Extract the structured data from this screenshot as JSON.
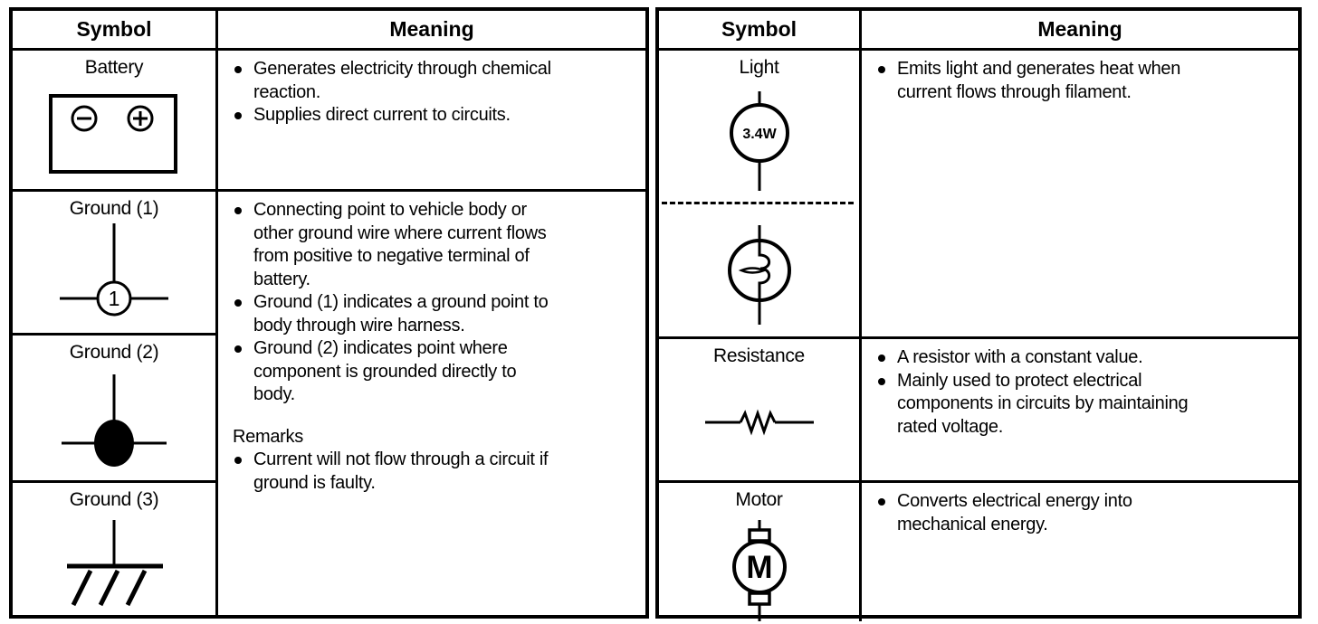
{
  "colors": {
    "ink": "#000000",
    "paper": "#ffffff"
  },
  "left_table": {
    "header": {
      "symbol": "Symbol",
      "meaning": "Meaning"
    },
    "battery": {
      "label": "Battery",
      "bullets": [
        "Generates electricity through chemical\nreaction.",
        "Supplies direct current to circuits."
      ]
    },
    "ground": {
      "label1": "Ground (1)",
      "label2": "Ground (2)",
      "label3": "Ground (3)",
      "ground1_number": "1",
      "bullets": [
        "Connecting point to vehicle body or\nother ground wire where current flows\nfrom positive to negative terminal of\nbattery.",
        "Ground (1) indicates a ground point to\nbody through wire harness.",
        "Ground (2) indicates point where\ncomponent is grounded directly to\nbody."
      ],
      "remarks_heading": "Remarks",
      "remarks_bullet": "Current will not flow through a circuit if\nground is faulty."
    }
  },
  "right_table": {
    "header": {
      "symbol": "Symbol",
      "meaning": "Meaning"
    },
    "light": {
      "label": "Light",
      "wattage": "3.4W",
      "bullets": [
        "Emits light and generates heat when\ncurrent flows through filament."
      ]
    },
    "resistance": {
      "label": "Resistance",
      "bullets": [
        "A resistor with a constant value.",
        "Mainly used to protect electrical\ncomponents in circuits by maintaining\nrated voltage."
      ]
    },
    "motor": {
      "label": "Motor",
      "letter": "M",
      "bullets": [
        "Converts electrical energy into\nmechanical energy."
      ]
    }
  }
}
